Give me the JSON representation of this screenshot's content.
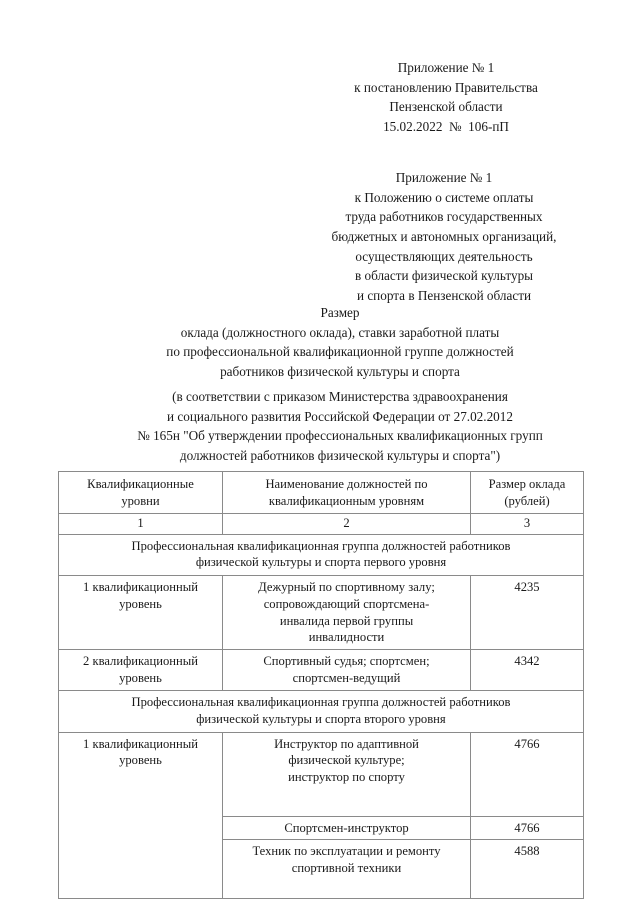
{
  "document": {
    "appendix_header_1": {
      "lines": [
        "Приложение № 1",
        "к постановлению Правительства",
        "Пензенской области",
        "15.02.2022  №  106-пП"
      ]
    },
    "appendix_header_2": {
      "lines": [
        "Приложение № 1",
        "к Положению о системе оплаты",
        "труда работников государственных",
        "бюджетных и автономных организаций,",
        "осуществляющих деятельность",
        "в области физической культуры",
        "и спорта в Пензенской области"
      ]
    },
    "title": {
      "lines": [
        "Размер",
        "оклада (должностного оклада), ставки заработной платы",
        "по профессиональной квалификационной группе должностей",
        "работников физической культуры и спорта"
      ]
    },
    "note": {
      "lines": [
        "(в соответствии с приказом Министерства здравоохранения",
        "и социального развития Российской Федерации от 27.02.2012",
        "№ 165н \"Об утверждении профессиональных квалификационных групп",
        "должностей работников физической культуры и спорта\")"
      ]
    },
    "table": {
      "headers": [
        {
          "lines": [
            "Квалификационные",
            "уровни"
          ]
        },
        {
          "lines": [
            "Наименование должностей по",
            "квалификационным уровням"
          ]
        },
        {
          "lines": [
            "Размер оклада",
            "(рублей)"
          ]
        }
      ],
      "column_numbers": [
        "1",
        "2",
        "3"
      ],
      "group_1": {
        "lines": [
          "Профессиональная квалификационная группа должностей работников",
          "физической культуры и спорта первого уровня"
        ]
      },
      "group_2": {
        "lines": [
          "Профессиональная квалификационная группа должностей работников",
          "физической культуры и спорта второго уровня"
        ]
      },
      "rows": [
        {
          "level": [
            "1 квалификационный",
            "уровень"
          ],
          "position": [
            "Дежурный по спортивному залу;",
            "сопровождающий спортсмена-",
            "инвалида первой группы",
            "инвалидности"
          ],
          "amount": "4235"
        },
        {
          "level": [
            "2 квалификационный",
            "уровень"
          ],
          "position": [
            "Спортивный судья; спортсмен;",
            "спортсмен-ведущий"
          ],
          "amount": "4342"
        },
        {
          "level": [
            "1 квалификационный",
            "уровень"
          ],
          "position": [
            "Инструктор по адаптивной",
            "физической культуре;",
            "инструктор по спорту"
          ],
          "amount": "4766"
        },
        {
          "level": [],
          "position": [
            "Спортсмен-инструктор"
          ],
          "amount": "4766"
        },
        {
          "level": [],
          "position": [
            "Техник по эксплуатации и ремонту",
            "спортивной техники"
          ],
          "amount": "4588"
        }
      ]
    }
  }
}
